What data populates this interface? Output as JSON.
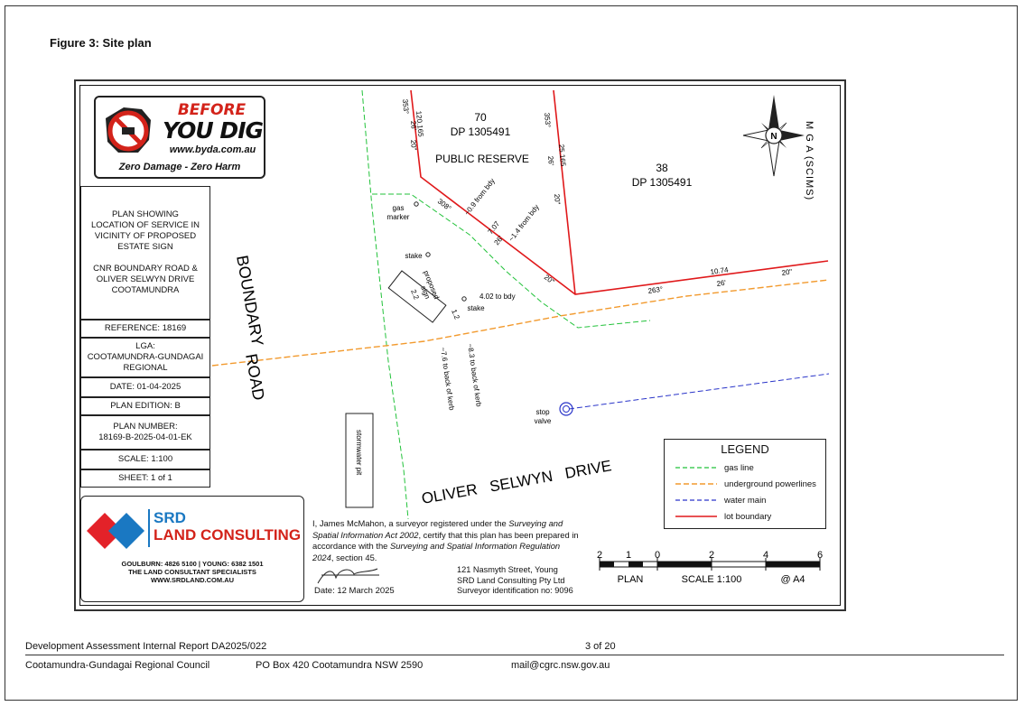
{
  "figure_title": "Figure 3: Site plan",
  "byda": {
    "before": "BEFORE",
    "you_dig": "YOU DIG",
    "url": "www.byda.com.au",
    "tagline": "Zero Damage - Zero Harm"
  },
  "info": {
    "plan_showing": [
      "PLAN SHOWING",
      "LOCATION OF SERVICE IN",
      "VICINITY OF PROPOSED",
      "ESTATE SIGN"
    ],
    "address": [
      "CNR BOUNDARY ROAD &",
      "OLIVER SELWYN DRIVE",
      "COOTAMUNDRA"
    ],
    "reference": "REFERENCE: 18169",
    "lga": [
      "LGA:",
      "COOTAMUNDRA-GUNDAGAI",
      "REGIONAL"
    ],
    "date": "DATE: 01-04-2025",
    "edition": "PLAN EDITION: B",
    "plan_number": [
      "PLAN NUMBER:",
      "18169-B-2025-04-01-EK"
    ],
    "scale": "SCALE: 1:100",
    "sheet": "SHEET: 1 of 1"
  },
  "srd": {
    "srd": "SRD",
    "name": "LAND CONSULTING",
    "phones": "GOULBURN: 4826 5100 | YOUNG: 6382 1501",
    "tagline": "THE LAND CONSULTANT SPECIALISTS",
    "web": "WWW.SRDLAND.COM.AU"
  },
  "labels": {
    "boundary_road": [
      "BOUNDARY",
      "ROAD"
    ],
    "oliver_selwyn": "OLIVER   SELWYN   DRIVE",
    "lot70": "70",
    "dp70": "DP 1305491",
    "public_reserve": "PUBLIC RESERVE",
    "lot38": "38",
    "dp38": "DP 1305491",
    "mga": "M G A (SCIMS)",
    "compass_n": "N",
    "gas_marker": [
      "gas",
      "marker"
    ],
    "stake1": "stake",
    "stake2": "stake",
    "proposed_sign": [
      "proposed",
      "sign"
    ],
    "dim_22": "2.2",
    "dim_12": "1.2",
    "to_bdy_402": "4.02 to bdy",
    "kerb76": "~7.6 to back of kerb",
    "kerb83": "~8.3 to back of kerb",
    "stop_valve": [
      "stop",
      "valve"
    ],
    "stormwater": "stormwater pit",
    "b1": "353°",
    "b1b": "26'",
    "b1c": "20\"",
    "d1": "120.165",
    "b2": "353°",
    "b2b": "26'",
    "b2c": "20\"",
    "d2": "25.165",
    "b3": "308°",
    "d3": "7.07",
    "b3b": "26'",
    "fbody1": "~0.9 from bdy",
    "fbody2": "~1.4 from bdy",
    "b4": "263°",
    "b4b": "26'",
    "b4c": "20\"",
    "d4": "10.74",
    "b5": "20\""
  },
  "certificate": {
    "line1_a": "I, James McMahon, a surveyor registered under the ",
    "act": "Surveying and Spatial Information Act 2002",
    "line1_b": ", certify that this plan has been prepared in accordance with the ",
    "reg": "Surveying and Spatial Information Regulation 2024",
    "line1_c": ", section 45.",
    "date": "Date:  12 March 2025",
    "addr1": "121 Nasmyth Street, Young",
    "addr2": "SRD Land Consulting Pty Ltd",
    "addr3": "Surveyor identification no: 9096"
  },
  "scalebar": {
    "ticks": [
      "2",
      "1",
      "0",
      "2",
      "4",
      "6"
    ],
    "plan": "PLAN",
    "scale": "SCALE 1:100",
    "paper": "@ A4"
  },
  "legend": {
    "title": "LEGEND",
    "items": [
      {
        "label": "gas line",
        "color": "#22c23a"
      },
      {
        "label": "underground powerlines",
        "color": "#f29a2e"
      },
      {
        "label": "water main",
        "color": "#2a35c9"
      },
      {
        "label": "lot boundary",
        "color": "#e0191b"
      }
    ]
  },
  "footer": {
    "report": "Development Assessment Internal Report DA2025/022",
    "page": "3 of 20",
    "council": "Cootamundra-Gundagai Regional Council",
    "po": "PO Box 420 Cootamundra NSW 2590",
    "mail": "mail@cgrc.nsw.gov.au"
  }
}
